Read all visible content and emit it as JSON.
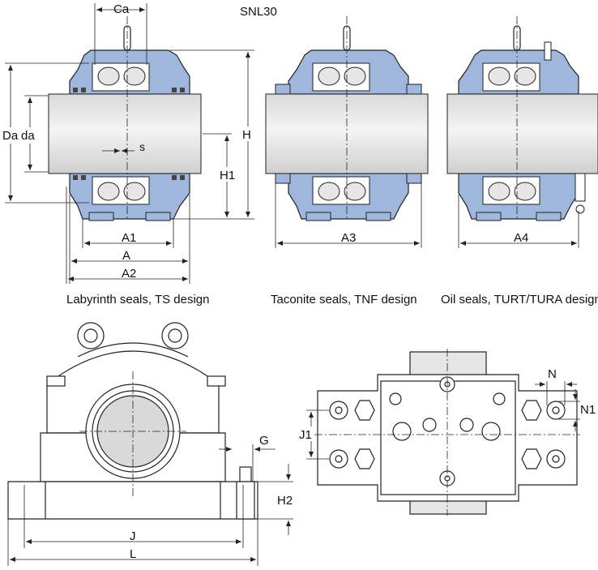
{
  "title": "SNL30",
  "captions": {
    "ts": "Labyrinth seals, TS design",
    "tnf": "Taconite seals, TNF design",
    "turt": "Oil seals, TURT/TURA design"
  },
  "dims": {
    "ca": "Ca",
    "da_big": "Da",
    "da_small": "da",
    "s": "s",
    "h": "H",
    "h1": "H1",
    "a1": "A1",
    "a": "A",
    "a2": "A2",
    "a3": "A3",
    "a4": "A4",
    "g": "G",
    "h2": "H2",
    "j": "J",
    "l": "L",
    "j1": "J1",
    "n": "N",
    "n1": "N1"
  },
  "colors": {
    "housing": "#9fb7dc",
    "housing_dark": "#6f8cbf",
    "shaft": "#e6e6e6",
    "line": "#222222"
  }
}
